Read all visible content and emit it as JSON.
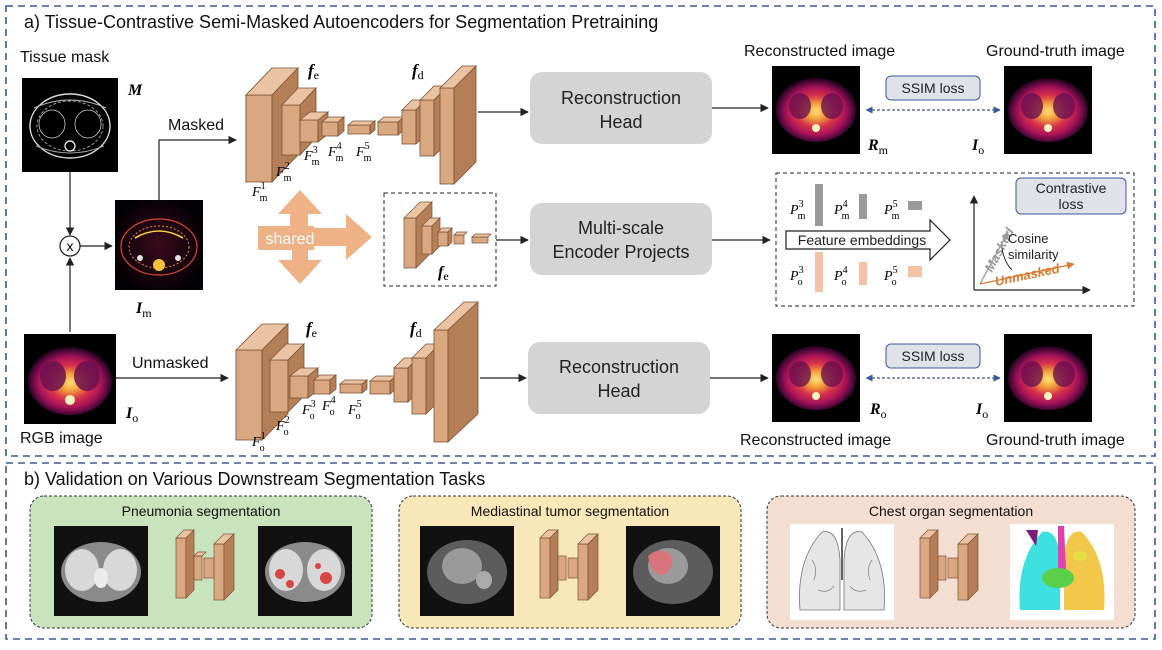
{
  "panel_a": {
    "title": "a) Tissue-Contrastive Semi-Masked Autoencoders for Segmentation Pretraining",
    "tissue_mask_label": "Tissue mask",
    "mask_symbol": "M",
    "multiply_symbol": "x",
    "masked_image_symbol": "I",
    "masked_image_sub": "m",
    "rgb_image_label": "RGB image",
    "original_symbol": "I",
    "original_sub": "o",
    "masked_branch_label": "Masked",
    "unmasked_branch_label": "Unmasked",
    "encoder_symbol": "f",
    "encoder_sub": "e",
    "decoder_symbol": "f",
    "decoder_sub": "d",
    "feature_F": "F",
    "sub_m": "m",
    "sub_o": "o",
    "level_1": "1",
    "level_2": "2",
    "level_3": "3",
    "level_4": "4",
    "level_5": "5",
    "shared_label": "shared",
    "recon_head_line1": "Reconstruction",
    "recon_head_line2": "Head",
    "multiscale_line1": "Multi-scale",
    "multiscale_line2": "Encoder Projects",
    "reconstructed_label": "Reconstructed image",
    "ground_truth_label": "Ground-truth image",
    "ssim_loss": "SSIM loss",
    "recon_symbol": "R",
    "contrastive_loss_line1": "Contrastive",
    "contrastive_loss_line2": "loss",
    "projection_P": "P",
    "feature_embeddings": "Feature embeddings",
    "cosine_line1": "Cosine",
    "cosine_line2": "similarity",
    "axis_masked": "Masked",
    "axis_unmasked": "Unmasked"
  },
  "panel_b": {
    "title": "b) Validation on Various Downstream Segmentation Tasks",
    "tasks": [
      {
        "label": "Pneumonia segmentation"
      },
      {
        "label": "Mediastinal tumor segmentation"
      },
      {
        "label": "Chest organ segmentation"
      }
    ]
  },
  "colors": {
    "frame": "#3a5a9a",
    "block_front": "#d9a880",
    "block_side": "#b47e57",
    "block_top": "#e9c3a2",
    "gray_box": "#d4d4d4",
    "ssim_box": "#dfe2e8",
    "shared_arrow": "#efb287",
    "masked_bar": "#9a9a9a",
    "unmasked_bar": "#f4c3a3",
    "unmasked_axis": "#d97a2f",
    "green_panel": "#c9e4bd",
    "yellow_panel": "#f8e7b8",
    "pink_panel": "#f4ddd1"
  }
}
